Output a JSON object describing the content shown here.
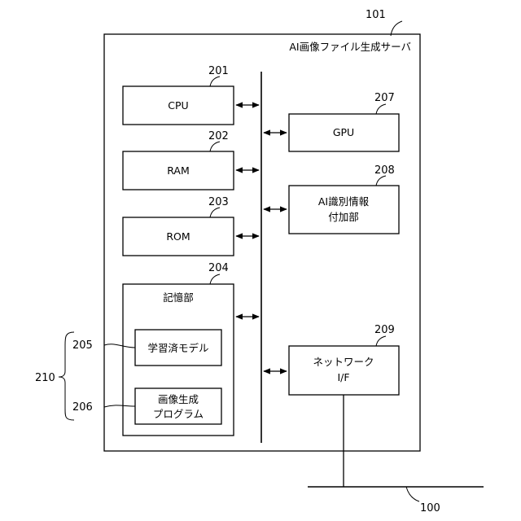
{
  "server": {
    "ref": "101",
    "title": "AI画像ファイル生成サーバ"
  },
  "cpu": {
    "ref": "201",
    "label": "CPU"
  },
  "ram": {
    "ref": "202",
    "label": "RAM"
  },
  "rom": {
    "ref": "203",
    "label": "ROM"
  },
  "storage": {
    "ref": "204",
    "label": "記憶部"
  },
  "learned_model": {
    "ref": "205",
    "label": "学習済モデル"
  },
  "image_program": {
    "ref": "206",
    "label_line1": "画像生成",
    "label_line2": "プログラム"
  },
  "gpu": {
    "ref": "207",
    "label": "GPU"
  },
  "ai_id": {
    "ref": "208",
    "label_line1": "AI識別情報",
    "label_line2": "付加部"
  },
  "network_if": {
    "ref": "209",
    "label_line1": "ネットワーク",
    "label_line2": "I/F"
  },
  "group": {
    "ref": "210"
  },
  "network": {
    "ref": "100"
  }
}
